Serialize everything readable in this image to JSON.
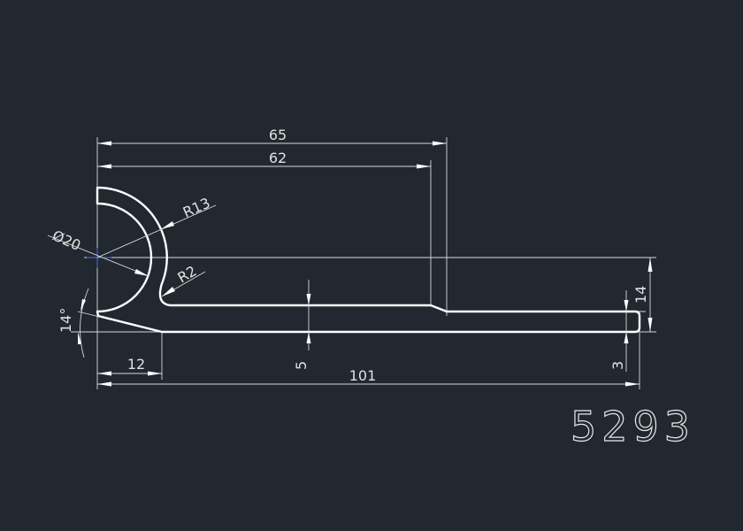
{
  "drawing": {
    "part_number": "5293",
    "dimensions": {
      "overall_width_outer": "65",
      "overall_width_inner": "62",
      "outer_radius": "R13",
      "inner_diameter": "Ø20",
      "fillet_radius": "R2",
      "angle": "14°",
      "height": "14",
      "thickness_tip": "3",
      "thickness_web": "5",
      "base_offset": "12",
      "total_length": "101"
    },
    "colors": {
      "background": "#212830",
      "lines": "#ffffff",
      "center_mark": "#4a6fd6"
    }
  }
}
